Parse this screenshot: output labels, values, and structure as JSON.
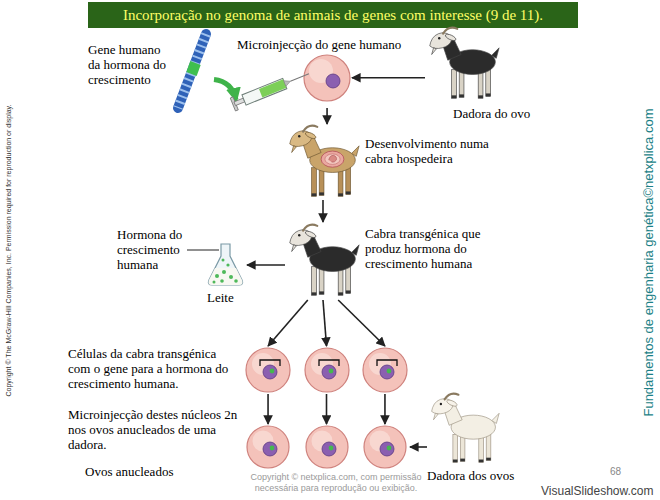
{
  "diagram": {
    "title": "Incorporação no genoma de animais de genes com interesse (9 de 11).",
    "nodes": [
      {
        "text": [
          "Gene humano da hormona do crescimento"
        ]
      },
      {
        "text": [
          "Microinjecção do gene humano"
        ]
      },
      {
        "text": [
          "Dadora do ovo"
        ]
      },
      {
        "text": [
          "Desenvolvimento numa cabra hospedeira"
        ]
      },
      {
        "text": [
          "Hormona do crescimento humana",
          "Leite"
        ]
      },
      {
        "text": [
          "Cabra transgénica que produz hormona do crescimento humana"
        ]
      },
      {
        "text": [
          "Células da cabra transgénica com o gene para a hormona do crescimento humana."
        ]
      },
      {
        "text": [
          "Ovos anucleados"
        ]
      },
      {
        "text": [
          "Dadora dos ovos"
        ]
      }
    ],
    "edges": [
      {
        "from": 0,
        "to": 1,
        "arrow": "to"
      },
      {
        "from": 2,
        "to": 1,
        "arrow": "to"
      },
      {
        "from": 1,
        "to": 3,
        "arrow": "to"
      },
      {
        "from": 3,
        "to": 5,
        "arrow": "to"
      },
      {
        "from": 5,
        "to": 4,
        "arrow": "to"
      },
      {
        "from": 5,
        "to": 6,
        "arrow": "to"
      },
      {
        "from": 6,
        "to": 7,
        "arrow": "to"
      },
      {
        "from": 8,
        "to": 7,
        "arrow": "to"
      }
    ],
    "labels": [
      "Microinjecção destes núcleos 2n nos ovos anucleados de uma dadora.",
      "Copyright © The McGraw-Hill Companies, Inc. Permission required for reproduction or display.",
      "Fundamentos de engenharia genética©netxplica.com",
      "Copyright © netxplica.com, com permissão necessária para reprodução ou exibição.",
      "68",
      "VisualSlideshow.com"
    ]
  }
}
